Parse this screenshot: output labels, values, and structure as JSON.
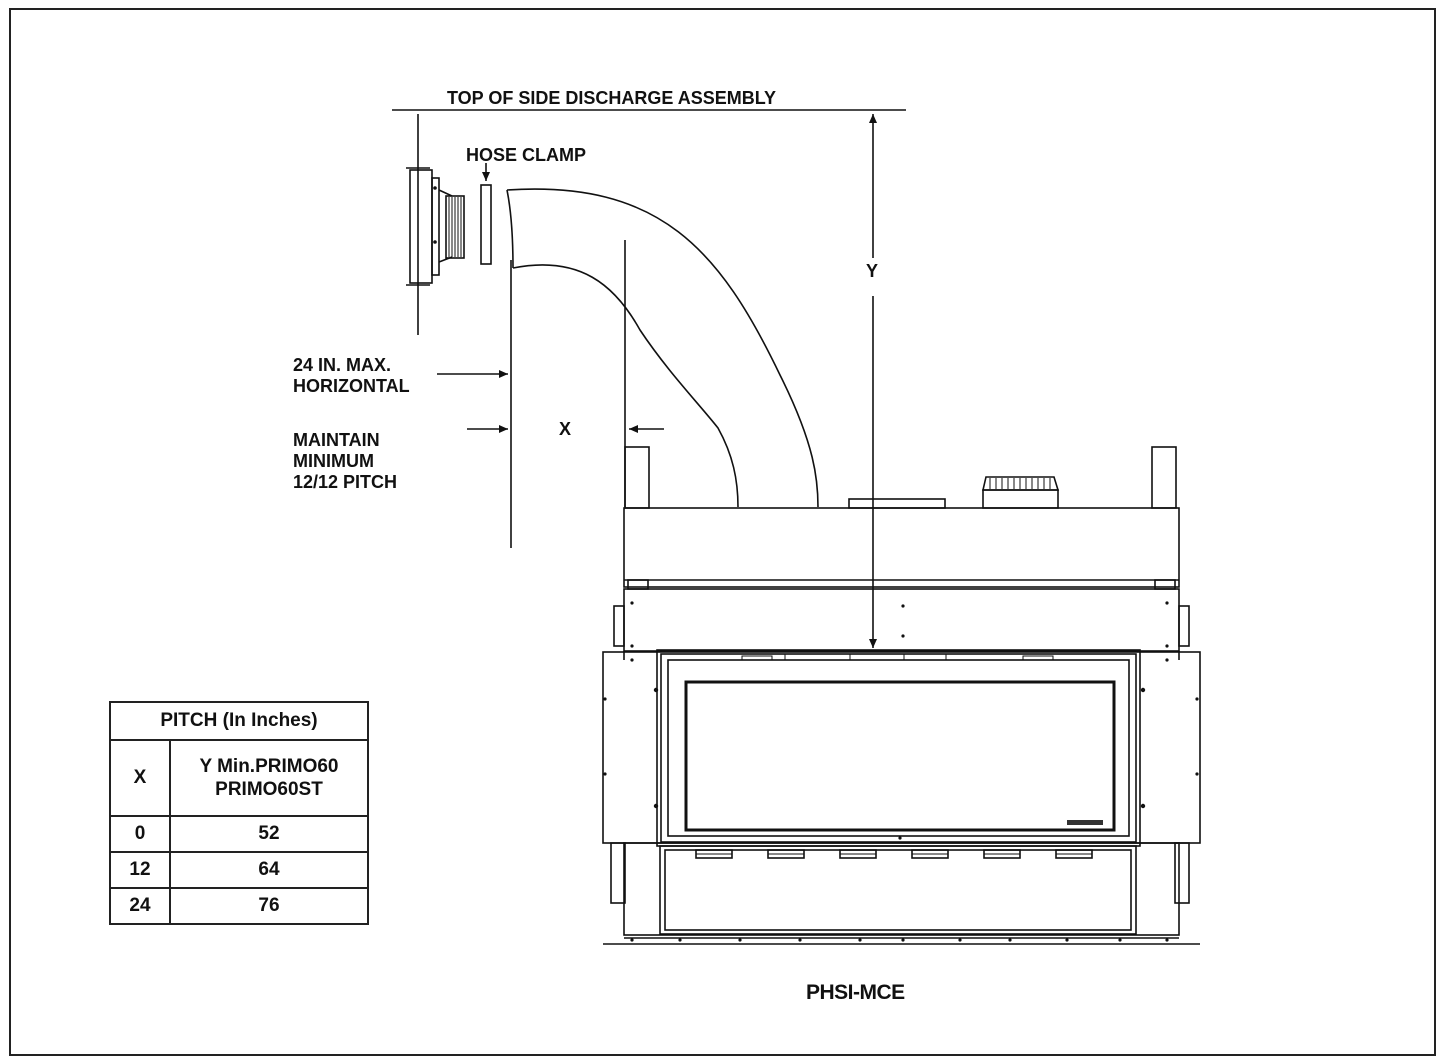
{
  "labels": {
    "top_assembly": "TOP OF SIDE DISCHARGE ASSEMBLY",
    "hose_clamp": "HOSE CLAMP",
    "horizontal_max": "24 IN. MAX. HORIZONTAL",
    "pitch_note": "MAINTAIN MINIMUM 12/12 PITCH",
    "x": "X",
    "y": "Y",
    "model": "PHSI-MCE"
  },
  "pitch_table": {
    "title": "PITCH (In Inches)",
    "col_x": "X",
    "col_y": "Y Min.PRIMO60 PRIMO60ST",
    "rows": [
      {
        "x": "0",
        "y": "52"
      },
      {
        "x": "12",
        "y": "64"
      },
      {
        "x": "24",
        "y": "76"
      }
    ]
  }
}
